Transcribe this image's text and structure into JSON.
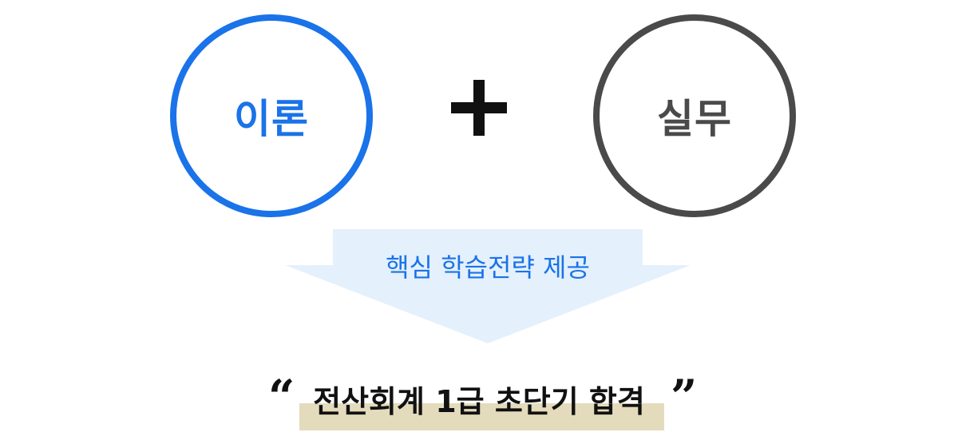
{
  "left_circle": {
    "label": "이론",
    "color": "#1a73e8"
  },
  "right_circle": {
    "label": "실무",
    "color": "#4a4a4a"
  },
  "arrow": {
    "label": "핵심 학습전략 제공",
    "fill": "#e4f0fc",
    "text_color": "#1a73e8"
  },
  "result": {
    "open_quote": "“",
    "text": "전산회계 1급 초단기 합격",
    "close_quote": "”",
    "highlight_color": "#e3dbbb"
  }
}
